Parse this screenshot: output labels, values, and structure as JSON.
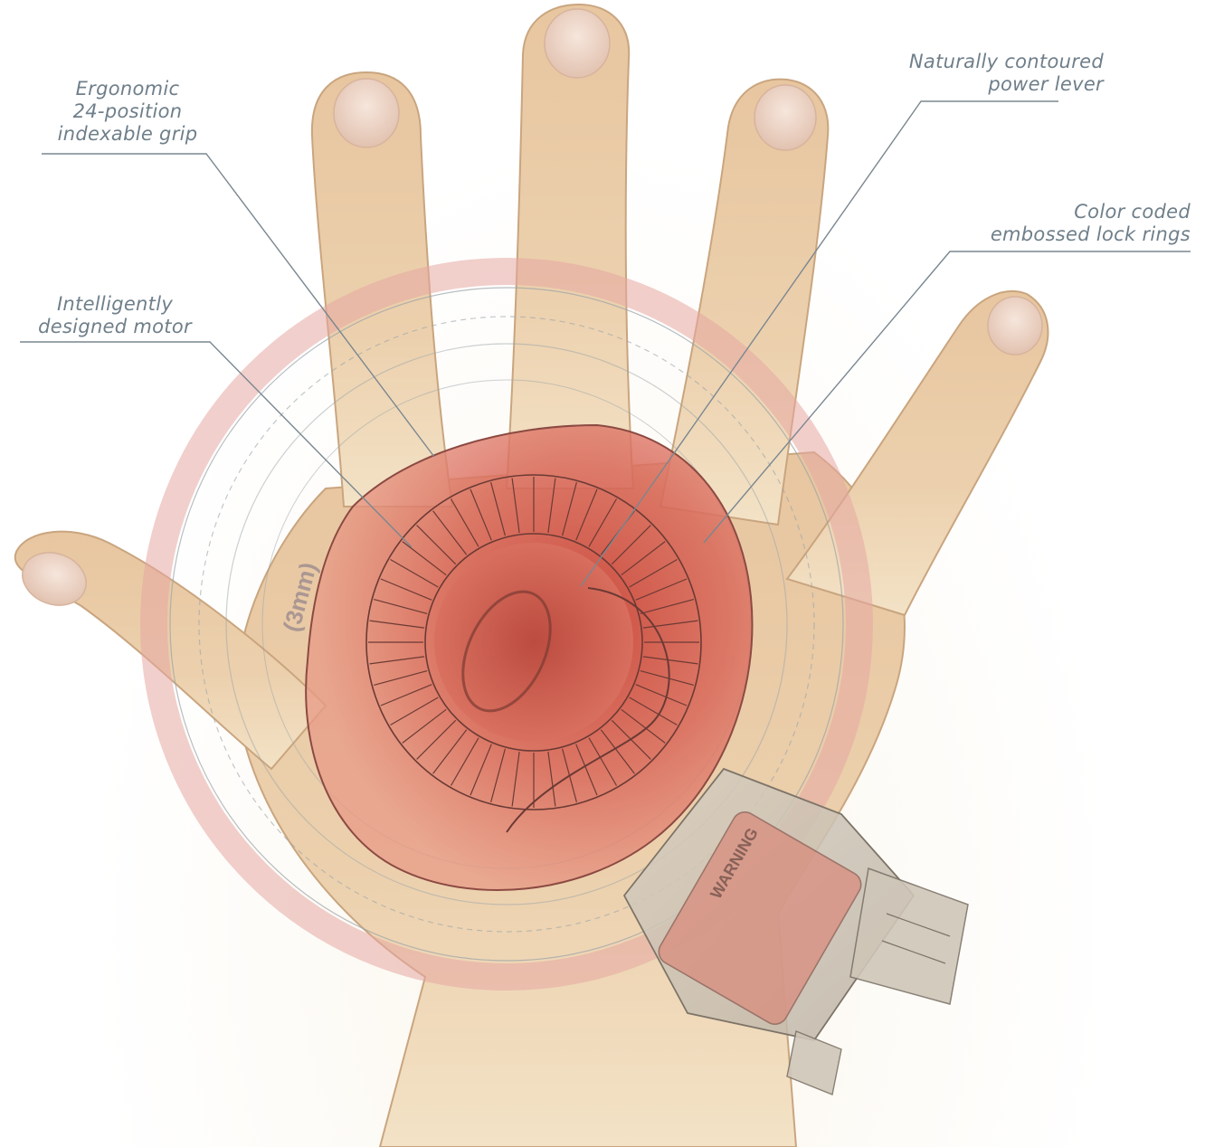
{
  "callouts": {
    "grip": [
      "Ergonomic",
      "24-position",
      "indexable grip"
    ],
    "motor": [
      "Intelligently",
      "designed motor"
    ],
    "lever": [
      "Naturally contoured",
      "power lever"
    ],
    "rings": [
      "Color coded",
      "embossed lock rings"
    ]
  },
  "device": {
    "warning_label": "WARNING",
    "ring_text": "(3mm)"
  },
  "colors": {
    "skin": "#e8c9a2",
    "device_red": "#d94a3a",
    "ring_pink": "#e8a0a0",
    "callout_text": "#6f7f8a",
    "leader_line": "#7a8790"
  }
}
